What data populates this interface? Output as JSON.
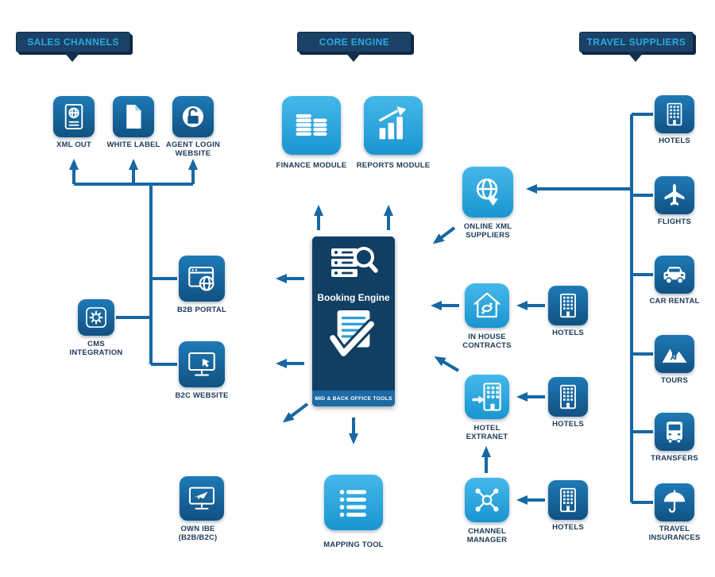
{
  "headers": {
    "sales_channels": "SALES CHANNELS",
    "core_engine": "CORE ENGINE",
    "travel_suppliers": "TRAVEL SUPPLIERS"
  },
  "nodes": {
    "xml_out": "XML OUT",
    "white_label": "WHITE LABEL",
    "agent_login": "AGENT LOGIN WEBSITE",
    "b2b_portal": "B2B PORTAL",
    "cms_integration": "CMS INTEGRATION",
    "b2c_website": "B2C WEBSITE",
    "own_ibe": "OWN IBE (B2B/B2C)",
    "finance_module": "FINANCE MODULE",
    "reports_module": "REPORTS MODULE",
    "booking_engine": "Booking Engine",
    "mid_back_office": "MID & BACK OFFICE TOOLS",
    "mapping_tool": "MAPPING TOOL",
    "online_xml_suppliers": "ONLINE XML SUPPLIERS",
    "in_house_contracts": "IN HOUSE CONTRACTS",
    "hotel_extranet": "HOTEL EXTRANET",
    "channel_manager": "CHANNEL MANAGER",
    "hotels_1": "HOTELS",
    "hotels_2": "HOTELS",
    "hotels_3": "HOTELS",
    "suppliers_hotels": "HOTELS",
    "flights": "FLIGHTS",
    "car_rental": "CAR RENTAL",
    "tours": "TOURS",
    "transfers": "TRANSFERS",
    "travel_insurances": "TRAVEL INSURANCES"
  },
  "colors": {
    "light_blue": "#29abe2",
    "dark_box_blue": "#14669f",
    "navy": "#16385a",
    "arrow_blue": "#1767a3",
    "label_text": "#1c3a58",
    "banner_bg": "#1c4166",
    "banner_text": "#2aaae1"
  }
}
